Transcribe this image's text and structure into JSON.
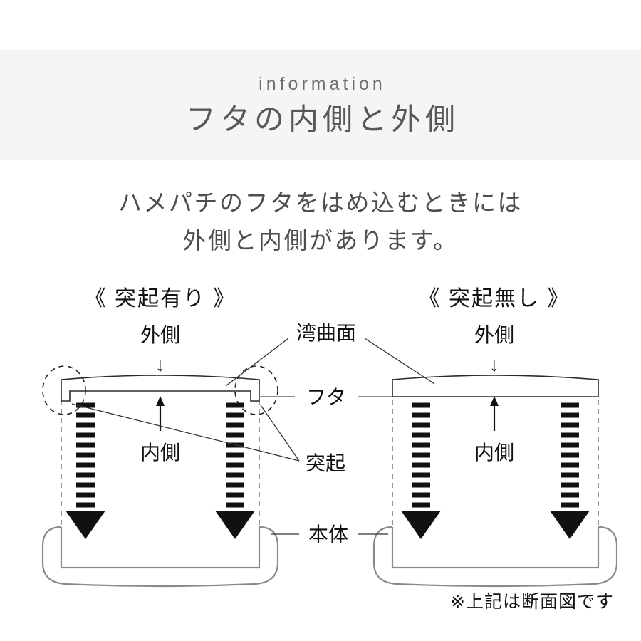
{
  "header": {
    "eyebrow": "information",
    "title": "フタの内側と外側",
    "band_color": "#f5f5f4"
  },
  "lead": {
    "line1": "ハメパチのフタをはめ込むときには",
    "line2": "外側と内側があります。"
  },
  "diagram": {
    "left": {
      "heading": "《 突起有り 》",
      "outside_label": "外側",
      "outside_arrow": "↓",
      "inside_label": "内側",
      "inside_arrow": "↑"
    },
    "right": {
      "heading": "《 突起無し 》",
      "outside_label": "外側",
      "outside_arrow": "↓",
      "inside_label": "内側",
      "inside_arrow": "↑"
    },
    "center_labels": {
      "curved_surface": "湾曲面",
      "lid": "フタ",
      "protrusion": "突起",
      "body": "本体"
    }
  },
  "footnote": "※上記は断面図です",
  "colors": {
    "text": "#3a3a3a",
    "diagram_line": "#2b2b2b",
    "body_outline": "#8a8a8a",
    "leader_line": "#8c8c8c"
  }
}
